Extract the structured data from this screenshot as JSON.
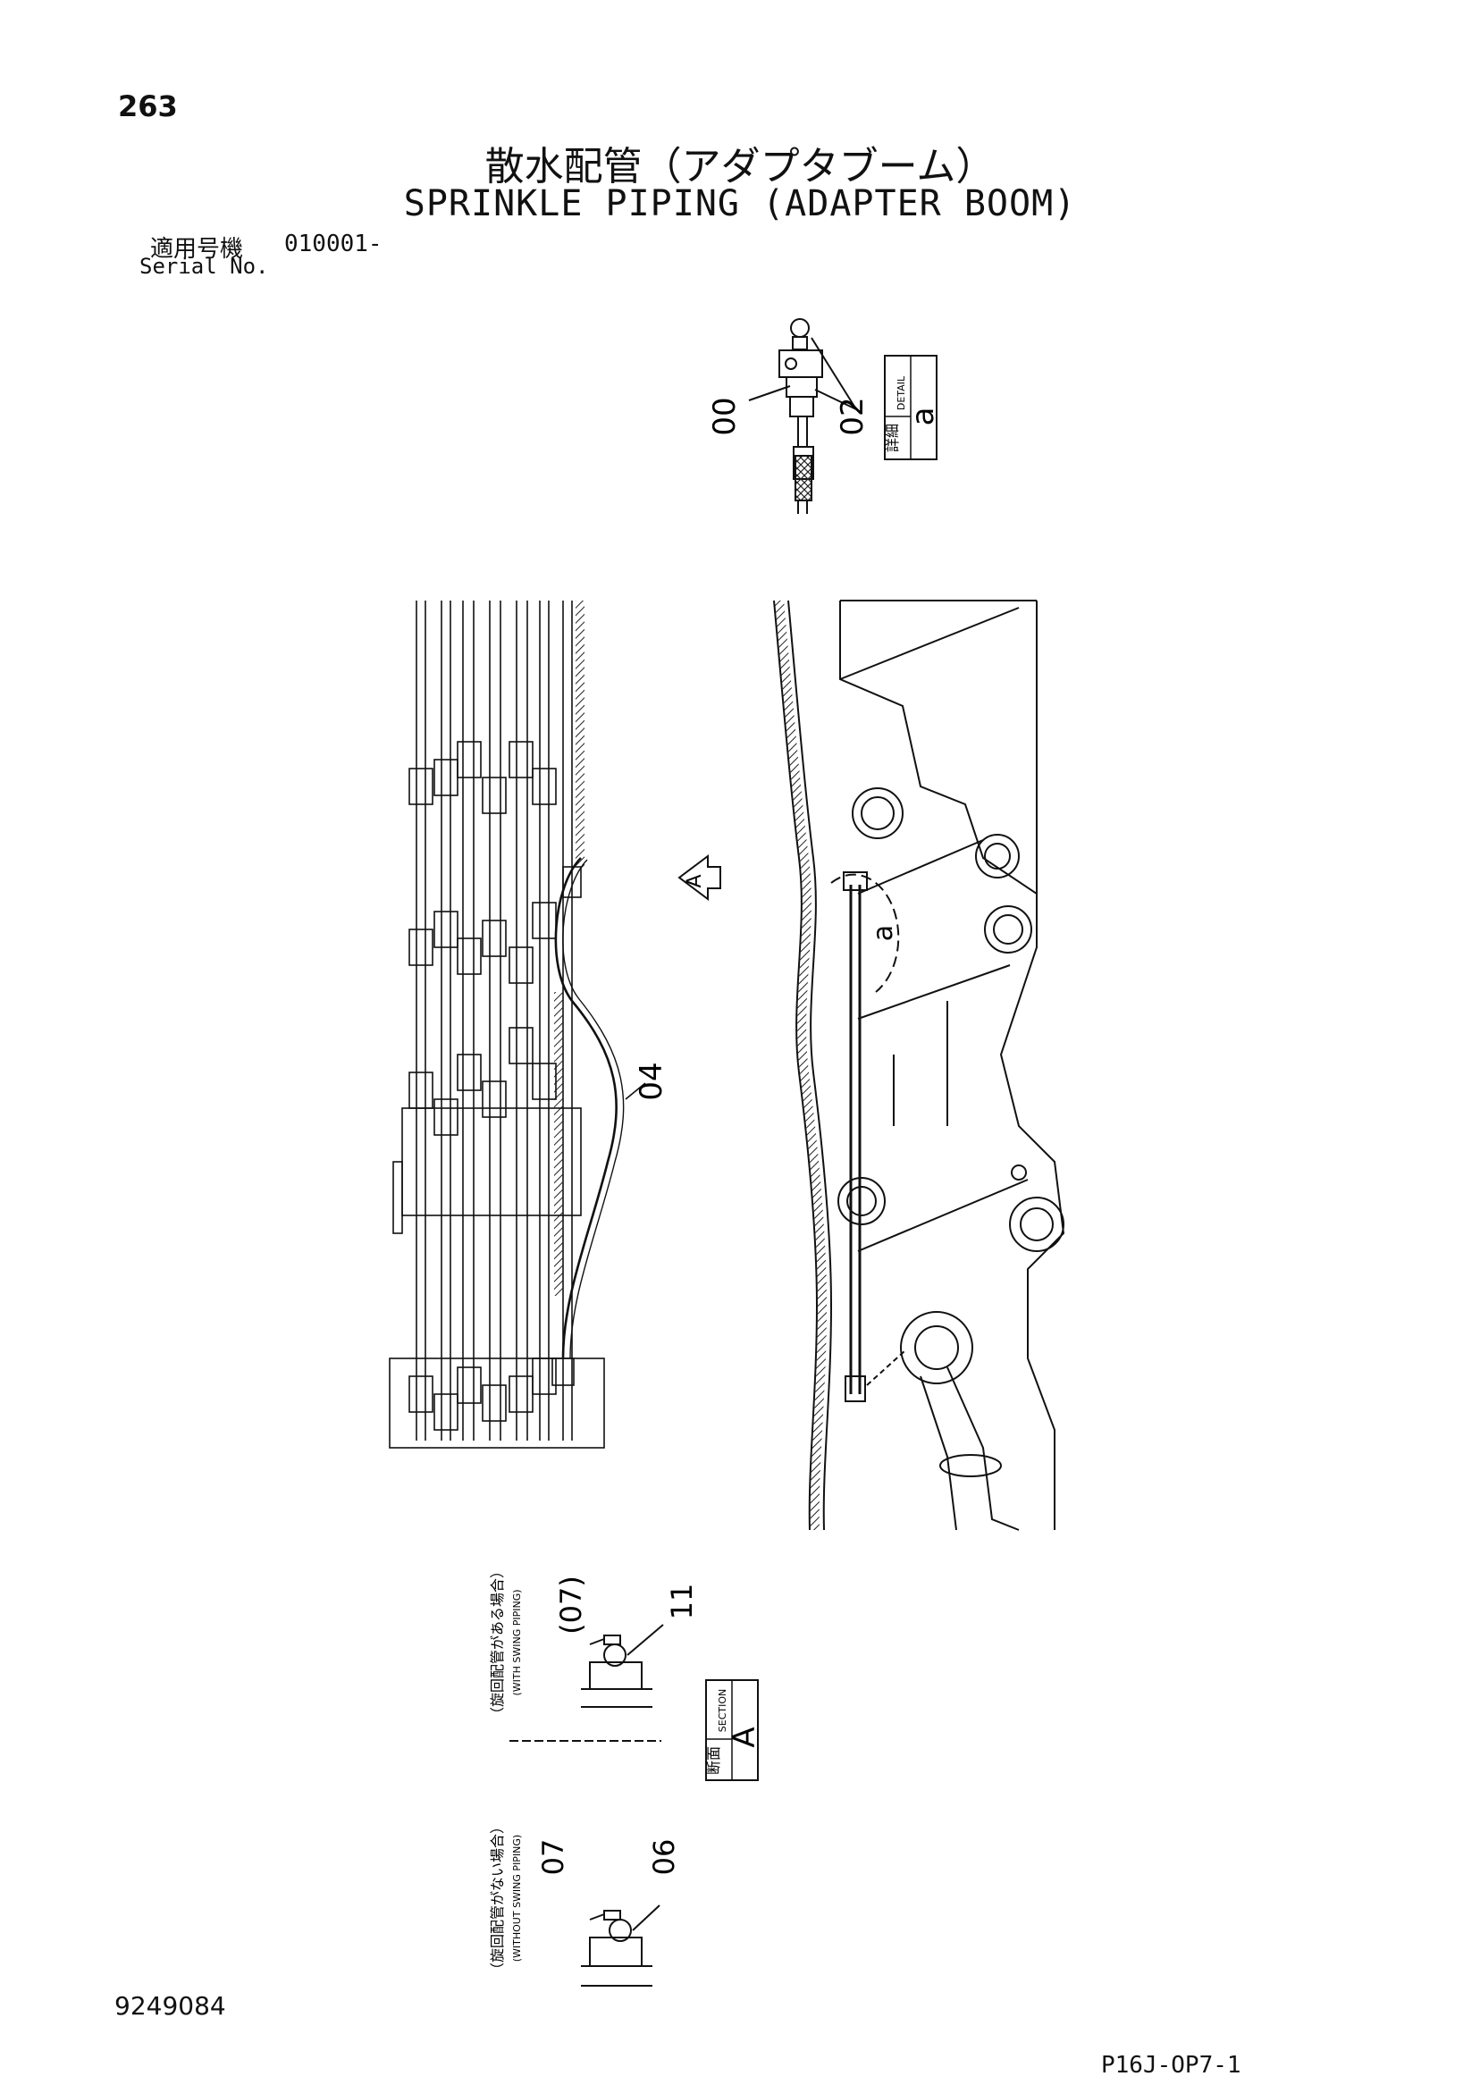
{
  "page": {
    "number": "263",
    "title_jp": "散水配管（アダプタブーム）",
    "title_en": "SPRINKLE PIPING (ADAPTER BOOM)",
    "serial_label_jp": "適用号機",
    "serial_range": "010001-",
    "serial_label_en": "Serial No.",
    "drawing_number": "9249084",
    "page_code": "P16J-OP7-1"
  },
  "detail_a": {
    "part_labels": [
      "00",
      "02"
    ],
    "box_jp": "詳細",
    "box_en": "DETAIL",
    "box_letter": "a"
  },
  "main_view": {
    "part_label": "04",
    "view_arrow_letter": "A",
    "detail_circle_letter": "a"
  },
  "section_a": {
    "box_jp": "断面",
    "box_en": "SECTION",
    "box_letter": "A",
    "with_swing": {
      "caption_jp": "（旋回配管がある場合）",
      "caption_en": "(WITH SWING PIPING)",
      "part_labels": [
        "(07)",
        "11"
      ]
    },
    "without_swing": {
      "caption_jp": "（旋回配管がない場合）",
      "caption_en": "(WITHOUT SWING PIPING)",
      "part_labels": [
        "07",
        "06"
      ]
    }
  }
}
